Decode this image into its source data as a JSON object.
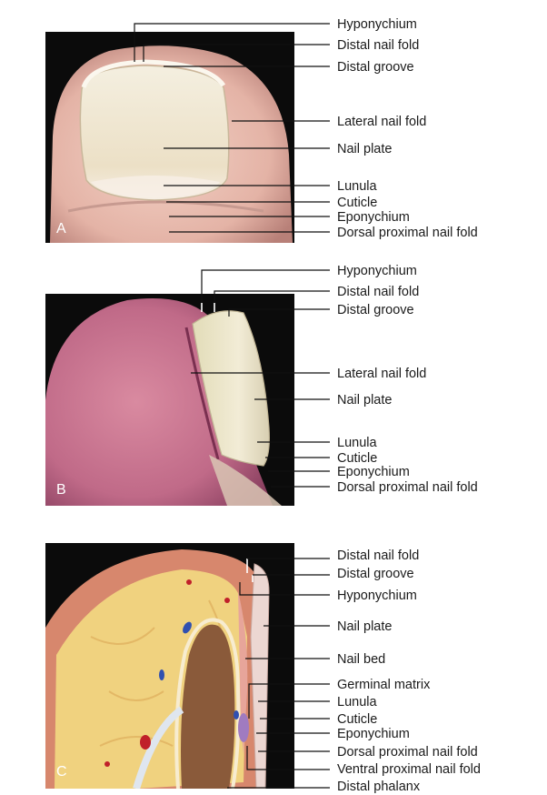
{
  "panels": [
    {
      "id": "A",
      "letter": "A",
      "labels": [
        "Hyponychium",
        "Distal nail fold",
        "Distal groove",
        "Lateral nail fold",
        "Nail plate",
        "Lunula",
        "Cuticle",
        "Eponychium",
        "Dorsal proximal nail fold"
      ]
    },
    {
      "id": "B",
      "letter": "B",
      "labels": [
        "Hyponychium",
        "Distal nail fold",
        "Distal groove",
        "Lateral nail fold",
        "Nail plate",
        "Lunula",
        "Cuticle",
        "Eponychium",
        "Dorsal proximal nail fold"
      ]
    },
    {
      "id": "C",
      "letter": "C",
      "labels": [
        "Distal nail fold",
        "Distal groove",
        "Hyponychium",
        "Nail plate",
        "Nail bed",
        "Germinal matrix",
        "Lunula",
        "Cuticle",
        "Eponychium",
        "Dorsal proximal nail fold",
        "Ventral proximal nail fold",
        "Distal phalanx"
      ]
    }
  ],
  "colors": {
    "photo_background": "#0b0b0b",
    "skin": "#e9b8b0",
    "nail": "#eee6cc",
    "fat": "#f2d88a",
    "bone": "#8a5a3a",
    "artery": "#c0202a",
    "vein": "#3050b0"
  }
}
